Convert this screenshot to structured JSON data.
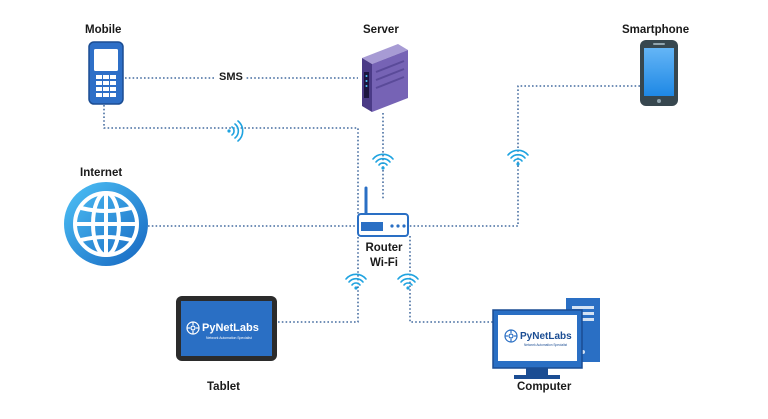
{
  "nodes": {
    "mobile": "Mobile",
    "server": "Server",
    "smartphone": "Smartphone",
    "internet": "Internet",
    "router": [
      "Router",
      "Wi-Fi"
    ],
    "tablet": "Tablet",
    "computer": "Computer"
  },
  "links": {
    "sms": "SMS"
  },
  "branding": {
    "name": "PyNetLabs",
    "tagline": "Network Automation Specialist"
  },
  "colors": {
    "link": "#1f4e8c",
    "wifi": "#1fa3e0",
    "accent": "#2a6fc4",
    "server": "#6e5ba8"
  }
}
